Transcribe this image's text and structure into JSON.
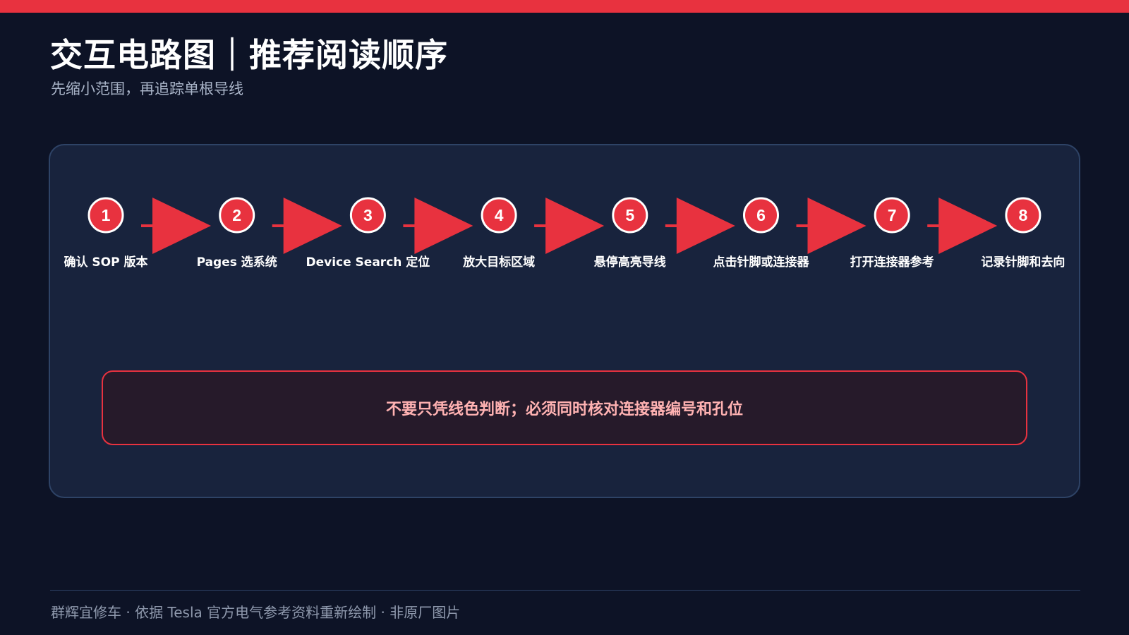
{
  "header": {
    "title": "交互电路图｜推荐阅读顺序",
    "subtitle": "先缩小范围，再追踪单根导线"
  },
  "flow": {
    "steps": [
      {
        "number": "1",
        "label": "确认 SOP 版本"
      },
      {
        "number": "2",
        "label": "Pages 选系统"
      },
      {
        "number": "3",
        "label": "Device Search 定位"
      },
      {
        "number": "4",
        "label": "放大目标区域"
      },
      {
        "number": "5",
        "label": "悬停高亮导线"
      },
      {
        "number": "6",
        "label": "点击针脚或连接器"
      },
      {
        "number": "7",
        "label": "打开连接器参考"
      },
      {
        "number": "8",
        "label": "记录针脚和去向"
      }
    ]
  },
  "warning": {
    "text": "不要只凭线色判断；必须同时核对连接器编号和孔位"
  },
  "footer": {
    "text": "群辉宜修车 · 依据 Tesla 官方电气参考资料重新绘制 · 非原厂图片"
  },
  "colors": {
    "accent": "#e8323f",
    "background": "#0d1326",
    "panel": "#18233d",
    "warning_text": "#ffb2b2"
  }
}
